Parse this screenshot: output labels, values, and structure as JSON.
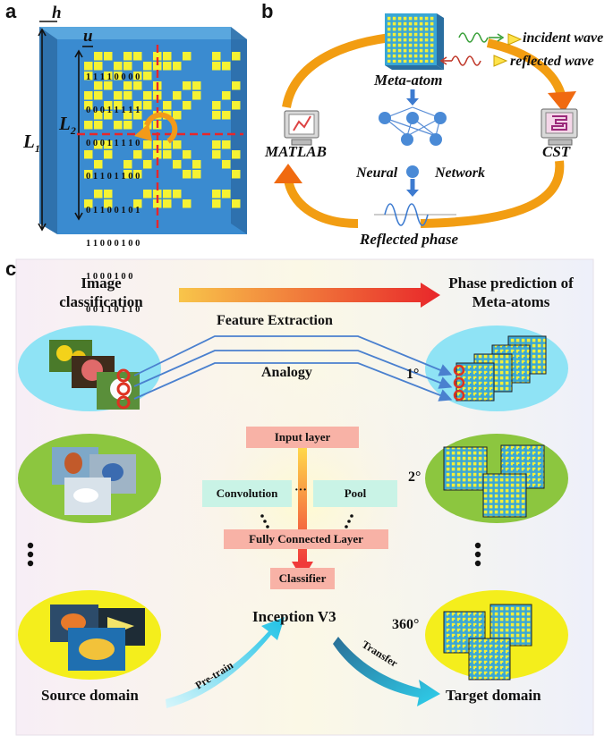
{
  "panel_a": {
    "label": "a",
    "h": "h",
    "u": "u",
    "L1": "L",
    "L1_sub": "1",
    "L2": "L",
    "L2_sub": "2",
    "bits": [
      "1 1 1 1 0 0 0 0",
      "0 0 0 1 1 1 1 1",
      "0 0 0 1 1 1 1 0",
      "0 1 1 0 1 1 0 0",
      "0 1 1 0 0 1 0 1",
      "1 1 0 0 0 1 0 0",
      "1 0 0 0 1 0 0",
      "0 0 1 1 0 1 1 0"
    ]
  },
  "panel_b": {
    "label": "b",
    "incident_wave": "incident wave",
    "reflected_wave": "reflected wave",
    "meta_atom": "Meta-atom",
    "matlab": "MATLAB",
    "cst": "CST",
    "neural": "Neural",
    "network": "Network",
    "reflected_phase": "Reflected phase"
  },
  "panel_c": {
    "label": "c",
    "image_classification": "Image classification",
    "phase_prediction": "Phase prediction of Meta-atoms",
    "feature_extraction": "Feature Extraction",
    "analogy": "Analogy",
    "deg1": "1°",
    "deg2": "2°",
    "deg360": "360°",
    "input_layer": "Input layer",
    "convolution": "Convolution",
    "pool": "Pool",
    "ellipsis": "···",
    "fully_connected": "Fully Connected Layer",
    "classifier": "Classifier",
    "inception": "Inception V3",
    "pretrain": "Pre-train",
    "transfer": "Transfer",
    "source_domain": "Source domain",
    "target_domain": "Target domain"
  },
  "colors": {
    "metal_blue": "#3b86c6",
    "pixel_yellow": "#f6f233",
    "ellipse_cyan": "#8fe3f5",
    "ellipse_green": "#8cc63f",
    "ellipse_yellow": "#f4ee1c",
    "box_pink": "#f8b2a6",
    "box_mint": "#c9f3e6",
    "arrow_orange": "#f29d12",
    "arrow_blue": "#5b8fd6"
  }
}
